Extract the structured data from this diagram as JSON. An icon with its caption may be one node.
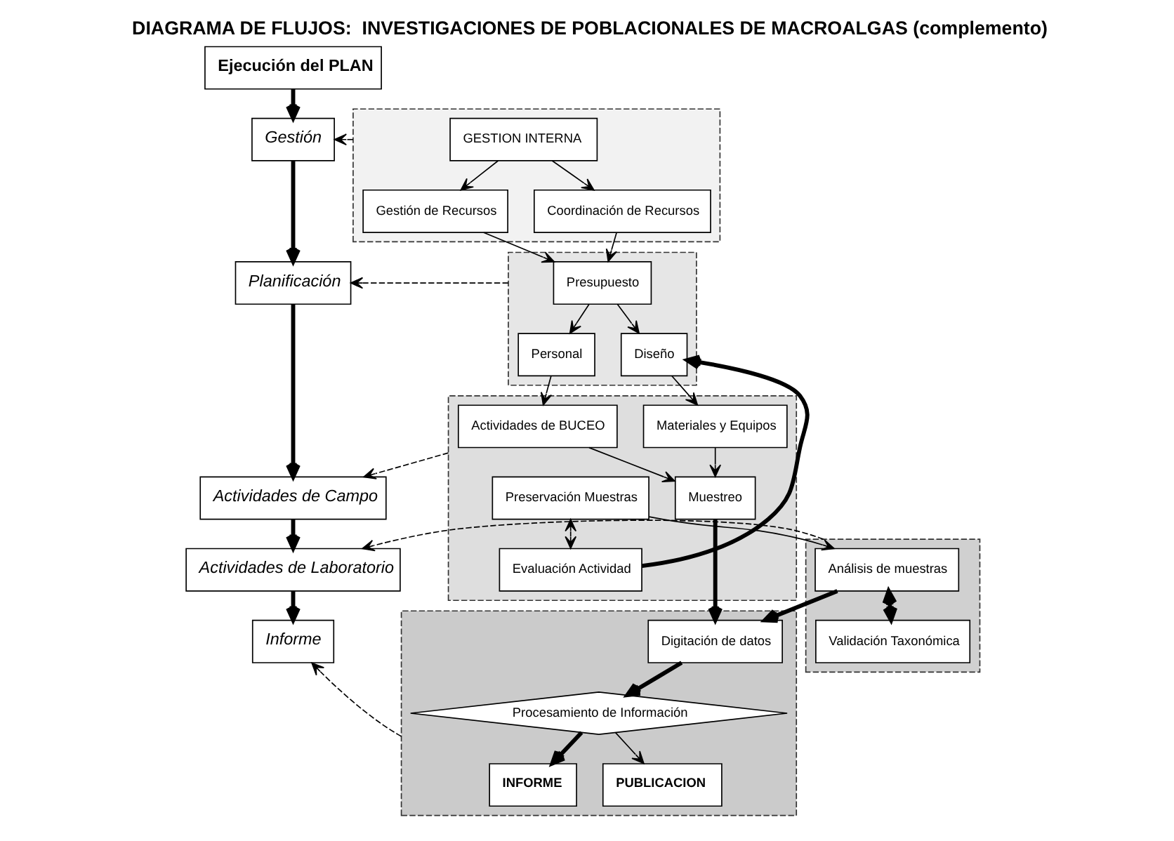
{
  "diagram": {
    "title": "DIAGRAMA DE FLUJOS:  INVESTIGACIONES DE POBLACIONALES DE MACROALGAS (complemento)",
    "nodes": [
      {
        "text": [
          "Ejecución del PLAN"
        ]
      },
      {
        "text": [
          "Gestión"
        ]
      },
      {
        "text": [
          "Planificación"
        ]
      },
      {
        "text": [
          "Actividades de Campo"
        ]
      },
      {
        "text": [
          "Actividades de Laboratorio"
        ]
      },
      {
        "text": [
          "Informe"
        ]
      },
      {
        "text": [],
        "shape": "box"
      },
      {
        "text": [
          "GESTION INTERNA"
        ],
        "in": 6
      },
      {
        "text": [
          "Gestión de Recursos"
        ],
        "in": 6
      },
      {
        "text": [
          "Coordinación de Recursos"
        ],
        "in": 6
      },
      {
        "text": [],
        "shape": "box"
      },
      {
        "text": [
          "Presupuesto"
        ],
        "in": 10
      },
      {
        "text": [
          "Personal"
        ],
        "in": 10
      },
      {
        "text": [
          "Diseño"
        ],
        "in": 10
      },
      {
        "text": [],
        "shape": "box"
      },
      {
        "text": [
          "Actividades de BUCEO"
        ],
        "in": 14
      },
      {
        "text": [
          "Materiales y Equipos"
        ],
        "in": 14
      },
      {
        "text": [
          "Muestreo"
        ],
        "in": 14
      },
      {
        "text": [
          "Preservación Muestras"
        ],
        "in": 14
      },
      {
        "text": [
          "Evaluación Actividad"
        ],
        "in": 14
      },
      {
        "text": [],
        "shape": "box"
      },
      {
        "text": [
          "Análisis de muestras"
        ],
        "in": 20
      },
      {
        "text": [
          "Validación Taxonómica"
        ],
        "in": 20
      },
      {
        "text": [],
        "shape": "box"
      },
      {
        "text": [
          "INFORME"
        ],
        "in": 23
      },
      {
        "text": [
          "Procesamiento de Información"
        ],
        "in": 23
      },
      {
        "text": [
          "PUBLICACION"
        ],
        "in": 23
      },
      {
        "text": [
          "Digitación de datos"
        ],
        "in": 23
      }
    ],
    "edges": [
      {
        "from": 0,
        "to": 1,
        "arrow": "to",
        "style": "thick"
      },
      {
        "from": 1,
        "to": 2,
        "arrow": "to",
        "style": "thick"
      },
      {
        "from": 2,
        "to": 3,
        "arrow": "to",
        "style": "thick"
      },
      {
        "from": 3,
        "to": 4,
        "arrow": "to",
        "style": "thick"
      },
      {
        "from": 4,
        "to": 5,
        "arrow": "to",
        "style": "thick"
      },
      {
        "from": 6,
        "to": 1,
        "arrow": "to",
        "style": "dashed"
      },
      {
        "from": 10,
        "to": 2,
        "arrow": "to",
        "style": "dashed"
      },
      {
        "from": 14,
        "to": 3,
        "arrow": "to",
        "style": "dashed"
      },
      {
        "from": 20,
        "to": 4,
        "arrow": "to",
        "style": "dashed"
      },
      {
        "from": 23,
        "to": 5,
        "arrow": "to",
        "style": "dashed"
      },
      {
        "from": 7,
        "to": 8,
        "arrow": "to"
      },
      {
        "from": 7,
        "to": 9,
        "arrow": "to"
      },
      {
        "from": 8,
        "to": 11,
        "arrow": "to"
      },
      {
        "from": 9,
        "to": 11,
        "arrow": "to"
      },
      {
        "from": 11,
        "to": 12,
        "arrow": "to"
      },
      {
        "from": 11,
        "to": 13,
        "arrow": "to"
      },
      {
        "from": 12,
        "to": 15,
        "arrow": "to"
      },
      {
        "from": 13,
        "to": 16,
        "arrow": "to"
      },
      {
        "from": 15,
        "to": 17,
        "arrow": "to"
      },
      {
        "from": 16,
        "to": 17,
        "arrow": "to"
      },
      {
        "from": 18,
        "to": 19,
        "arrow": "both"
      },
      {
        "from": 19,
        "to": 13,
        "arrow": "to",
        "style": "thick"
      },
      {
        "from": 18,
        "to": 21,
        "arrow": "to"
      },
      {
        "from": 17,
        "to": 27,
        "arrow": "to",
        "style": "thick"
      },
      {
        "from": 21,
        "to": 27,
        "arrow": "to",
        "style": "thick"
      },
      {
        "from": 21,
        "to": 22,
        "arrow": "both",
        "style": "thick"
      },
      {
        "from": 27,
        "to": 25,
        "arrow": "to",
        "style": "thick"
      },
      {
        "from": 25,
        "to": 24,
        "arrow": "to",
        "style": "thick"
      },
      {
        "from": 25,
        "to": 26,
        "arrow": "to"
      }
    ]
  }
}
